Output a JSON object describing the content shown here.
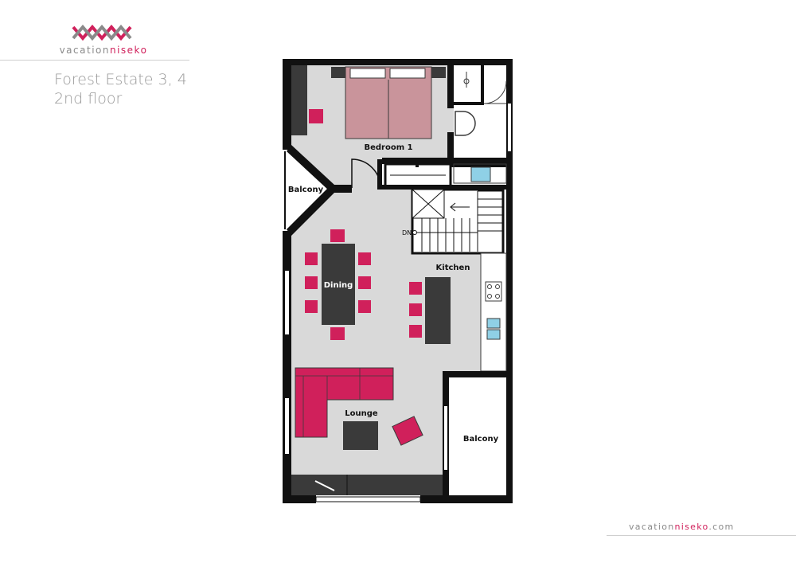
{
  "brand": {
    "logo_prefix": "vacation",
    "logo_suffix": "niseko",
    "website_prefix": "vacation",
    "website_suffix": "niseko",
    "website_tld": ".com",
    "accent_color": "#d0205b",
    "text_color": "#8a8a8a"
  },
  "title": {
    "line1": "Forest Estate 3, 4",
    "line2": "2nd floor"
  },
  "floorplan": {
    "rooms": {
      "bedroom": "Bedroom 1",
      "balcony_west": "Balcony",
      "balcony_east": "Balcony",
      "dining": "Dining",
      "kitchen": "Kitchen",
      "lounge": "Lounge"
    },
    "stair_label": "DN",
    "colors": {
      "wall": "#111111",
      "floor": "#d9d9d9",
      "furniture_dark": "#3a3a3a",
      "chair": "#d0205b",
      "bed": "#c9949b",
      "sink": "#8fd0e6"
    }
  }
}
